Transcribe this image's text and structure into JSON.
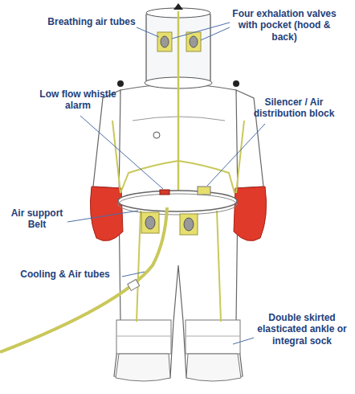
{
  "diagram": {
    "labels": [
      "Breathing air tubes",
      "Four exhalation valves with pocket (hood & back)",
      "Low flow whistle alarm",
      "Silencer / Air distribution block",
      "Air support Belt",
      "Cooling & Air tubes",
      "Double skirted elasticated ankle or integral sock"
    ]
  }
}
